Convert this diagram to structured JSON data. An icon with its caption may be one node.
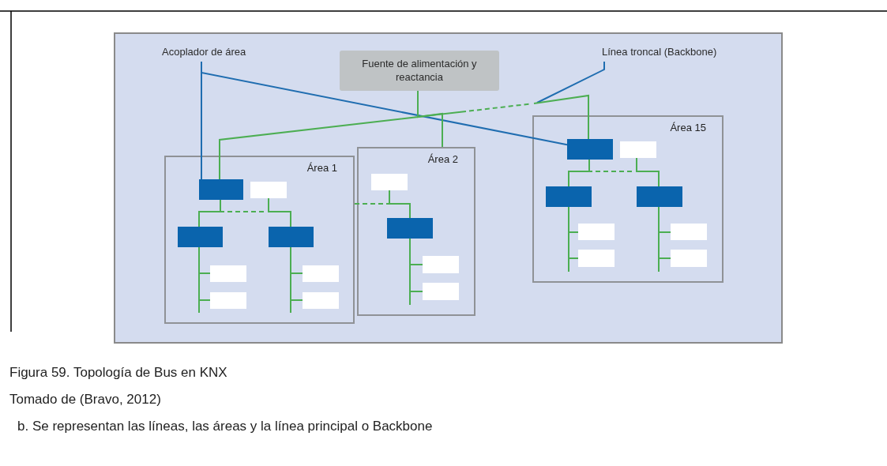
{
  "diagram": {
    "caption": "Figura 59. Topología de Bus en KNX",
    "nodes": [
      {
        "text": [
          "Acoplador de área"
        ]
      },
      {
        "text": [
          "Fuente de alimentación y reactancia"
        ]
      },
      {
        "text": [
          "Línea troncal (Backbone)"
        ]
      },
      {
        "text": [
          "Área 1"
        ]
      },
      {
        "text": [
          "Área 2"
        ]
      },
      {
        "text": [
          "Área 15"
        ]
      },
      {
        "text": [],
        "shape": "box",
        "in": 3
      },
      {
        "text": [],
        "shape": "box",
        "in": 3
      },
      {
        "text": [],
        "shape": "box",
        "in": 3
      },
      {
        "text": [],
        "shape": "box",
        "in": 3
      },
      {
        "text": [],
        "shape": "box",
        "in": 3
      },
      {
        "text": [],
        "shape": "box",
        "in": 3
      },
      {
        "text": [],
        "shape": "box",
        "in": 3
      },
      {
        "text": [],
        "shape": "box",
        "in": 3
      },
      {
        "text": [],
        "shape": "box",
        "in": 4
      },
      {
        "text": [],
        "shape": "box",
        "in": 4
      },
      {
        "text": [],
        "shape": "box",
        "in": 4
      },
      {
        "text": [],
        "shape": "box",
        "in": 4
      },
      {
        "text": [],
        "shape": "box",
        "in": 5
      },
      {
        "text": [],
        "shape": "box",
        "in": 5
      },
      {
        "text": [],
        "shape": "box",
        "in": 5
      },
      {
        "text": [],
        "shape": "box",
        "in": 5
      },
      {
        "text": [],
        "shape": "box",
        "in": 5
      },
      {
        "text": [],
        "shape": "box",
        "in": 5
      },
      {
        "text": [],
        "shape": "box",
        "in": 5
      },
      {
        "text": [],
        "shape": "box",
        "in": 5
      }
    ],
    "edges": [
      {
        "from": 0,
        "to": 6,
        "arrow": "none",
        "color": "#1f6db0"
      },
      {
        "from": 0,
        "to": 18,
        "arrow": "none",
        "color": "#1f6db0"
      },
      {
        "from": 2,
        "to": null,
        "arrow": "none",
        "color": "#1f6db0"
      },
      {
        "from": 1,
        "to": 6,
        "arrow": "none"
      },
      {
        "from": 1,
        "to": 4,
        "arrow": "none"
      },
      {
        "from": 1,
        "to": 18,
        "arrow": "none",
        "style": "dashed"
      },
      {
        "from": 6,
        "to": 8,
        "arrow": "none"
      },
      {
        "from": 6,
        "to": 9,
        "arrow": "none",
        "style": "dashed"
      },
      {
        "from": 7,
        "to": 9,
        "arrow": "none"
      },
      {
        "from": 8,
        "to": 10,
        "arrow": "none"
      },
      {
        "from": 8,
        "to": 11,
        "arrow": "none"
      },
      {
        "from": 9,
        "to": 12,
        "arrow": "none"
      },
      {
        "from": 9,
        "to": 13,
        "arrow": "none"
      },
      {
        "from": 14,
        "to": 15,
        "arrow": "none"
      },
      {
        "from": 3,
        "to": 15,
        "arrow": "none",
        "style": "dashed"
      },
      {
        "from": 15,
        "to": 16,
        "arrow": "none"
      },
      {
        "from": 15,
        "to": 17,
        "arrow": "none"
      },
      {
        "from": 18,
        "to": 20,
        "arrow": "none"
      },
      {
        "from": 18,
        "to": 21,
        "arrow": "none",
        "style": "dashed"
      },
      {
        "from": 19,
        "to": 21,
        "arrow": "none"
      },
      {
        "from": 20,
        "to": 22,
        "arrow": "none"
      },
      {
        "from": 20,
        "to": 23,
        "arrow": "none"
      },
      {
        "from": 21,
        "to": 24,
        "arrow": "none"
      },
      {
        "from": 21,
        "to": 25,
        "arrow": "none"
      }
    ],
    "labels": [
      "Tomado de (Bravo, 2012)",
      "b. Se representan las líneas, las áreas y la línea principal o Backbone"
    ]
  }
}
